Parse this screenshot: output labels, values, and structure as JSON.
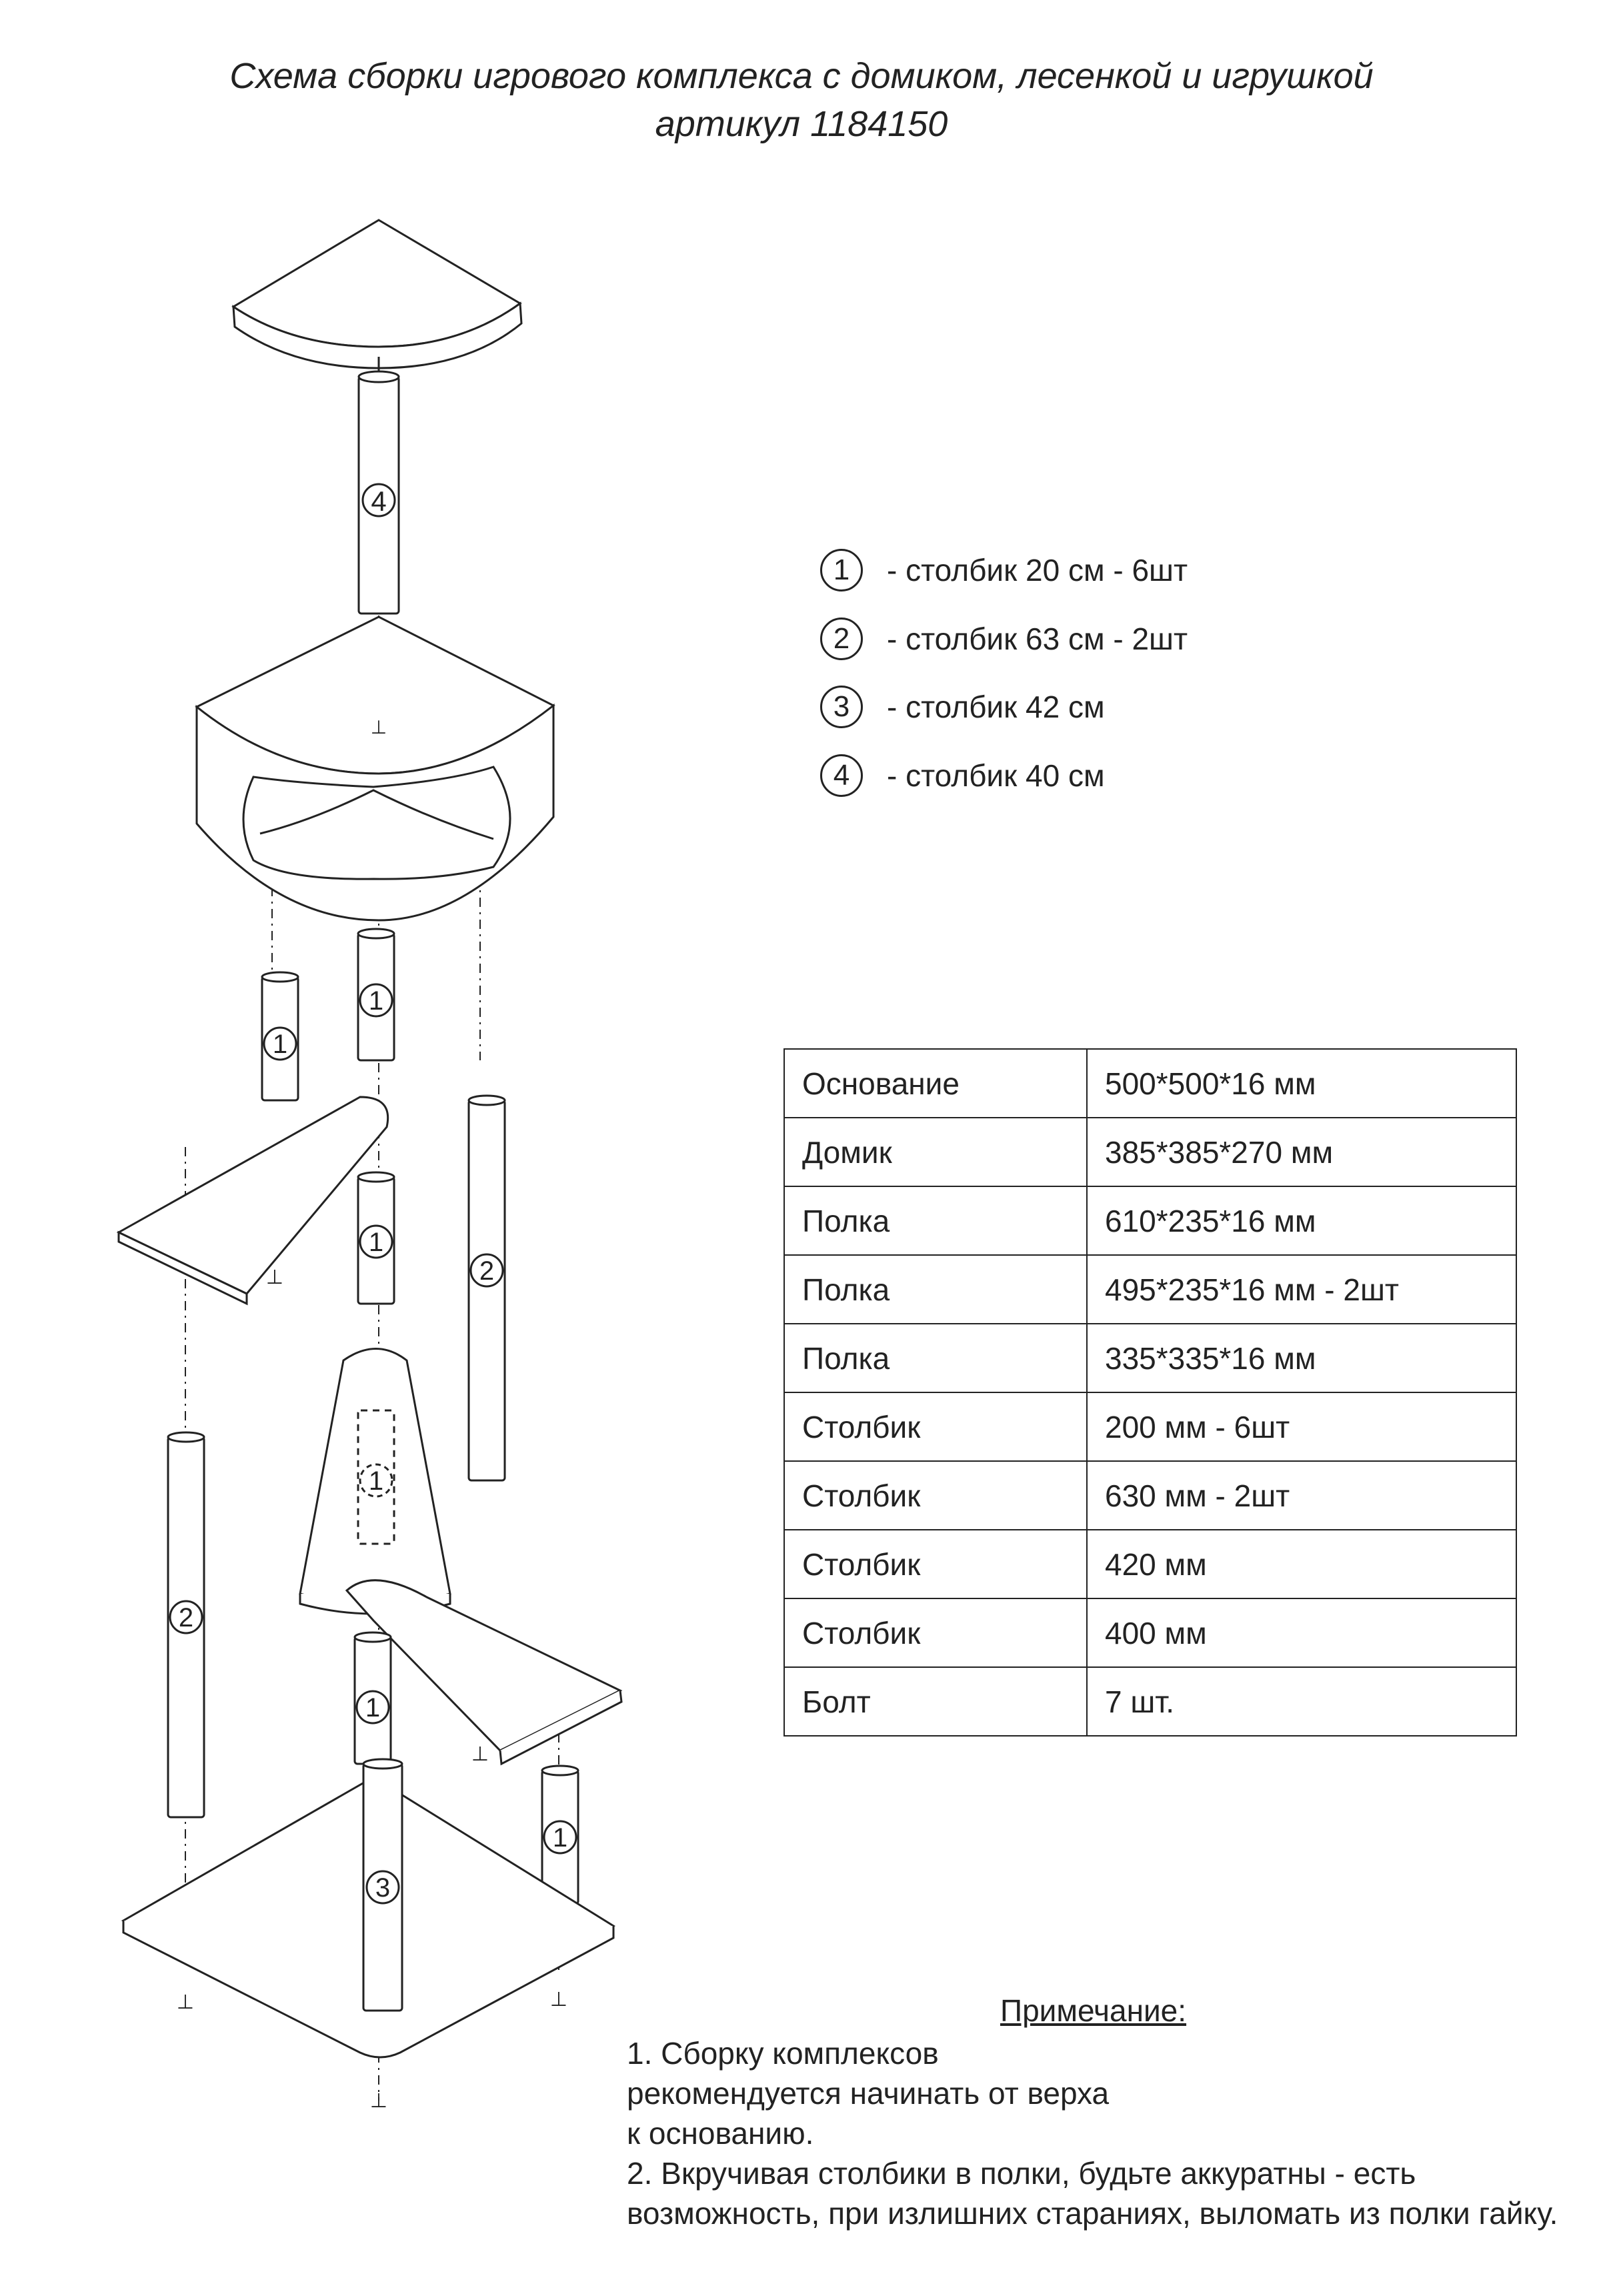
{
  "title": {
    "line1": "Схема сборки игрового комплекса с домиком, лесенкой и игрушкой",
    "line2": "артикул 1184150"
  },
  "legend": [
    {
      "num": "1",
      "text": "- столбик 20 см - 6шт"
    },
    {
      "num": "2",
      "text": "- столбик 63 см - 2шт"
    },
    {
      "num": "3",
      "text": "- столбик 42 см"
    },
    {
      "num": "4",
      "text": "- столбик 40 см"
    }
  ],
  "parts_table": [
    {
      "part": "Основание",
      "size": "500*500*16 мм"
    },
    {
      "part": "Домик",
      "size": "385*385*270 мм"
    },
    {
      "part": "Полка",
      "size": "610*235*16 мм"
    },
    {
      "part": "Полка",
      "size": "495*235*16 мм - 2шт"
    },
    {
      "part": "Полка",
      "size": "335*335*16 мм"
    },
    {
      "part": "Столбик",
      "size": "200 мм - 6шт"
    },
    {
      "part": "Столбик",
      "size": "630 мм - 2шт"
    },
    {
      "part": "Столбик",
      "size": "420 мм"
    },
    {
      "part": "Столбик",
      "size": "400 мм"
    },
    {
      "part": "Болт",
      "size": "7 шт."
    }
  ],
  "note": {
    "title": "Примечание:",
    "lines": [
      "1. Сборку комплексов",
      "рекомендуется начинать от верха",
      "к основанию.",
      "2. Вкручивая столбики в полки, будьте аккуратны - есть",
      "возможность, при излишних стараниях, выломать из полки гайку."
    ]
  },
  "diagram_labels": {
    "top_post": "4",
    "post_a": "1",
    "post_b": "1",
    "post_c": "1",
    "post_long_right": "2",
    "post_dashed": "1",
    "post_long_left": "2",
    "post_d": "1",
    "post_e": "1",
    "post_base": "3"
  }
}
